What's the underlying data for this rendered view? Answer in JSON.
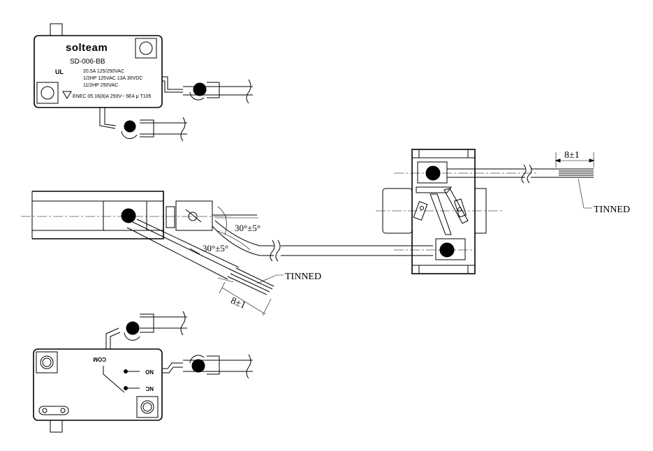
{
  "top_switch": {
    "brand": "solteam",
    "model": "SD-006-BB",
    "cert_mark": "UL",
    "ratings": [
      "20.5A  125/250VAC",
      "1/2HP  125VAC 13A 30VDC",
      "11/2HP  250VAC"
    ],
    "ce_line": "ENEC 05 16(8)A 250V~ 5E4 μ T105"
  },
  "bottom_switch": {
    "com_label": "COM",
    "no_label": "NO",
    "nc_label": "NC"
  },
  "dimensions": {
    "angle_upper": "30°±5°",
    "angle_lower": "30°±5°",
    "strip_length_left": "8±1",
    "strip_length_right": "8±1",
    "tinned_left": "TINNED",
    "tinned_right": "TINNED"
  }
}
